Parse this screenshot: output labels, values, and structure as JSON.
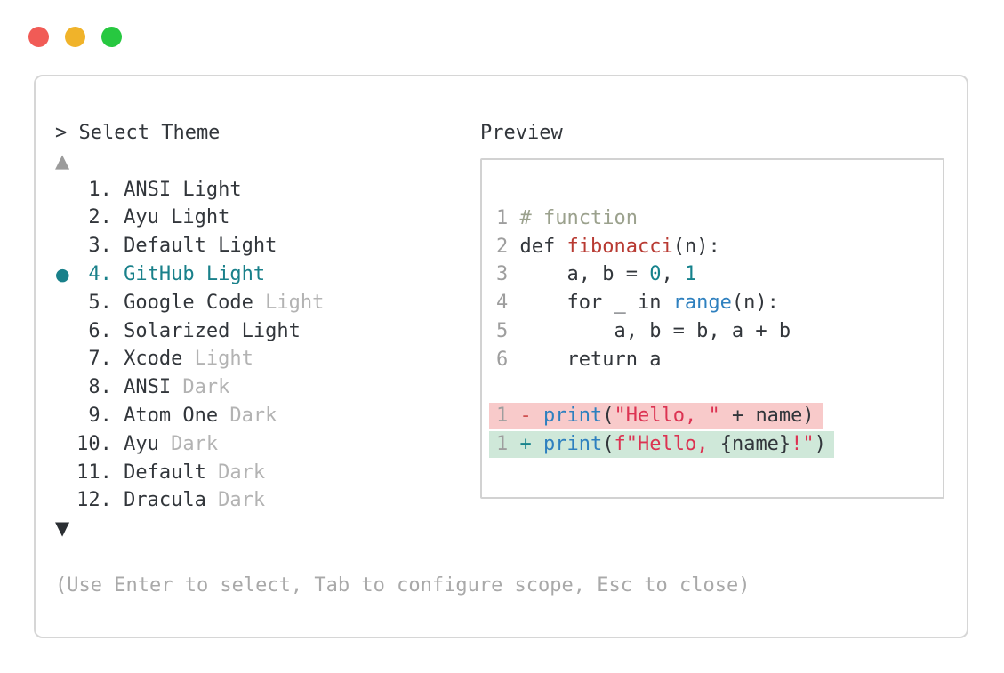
{
  "window": {
    "traffic_lights": [
      {
        "name": "close",
        "color_key": "light-red"
      },
      {
        "name": "minimize",
        "color_key": "light-yellow"
      },
      {
        "name": "maximize",
        "color_key": "light-green"
      }
    ]
  },
  "dialog": {
    "prompt": "> Select Theme",
    "scroll_up": "▲",
    "scroll_down": "▼",
    "help": "(Use Enter to select, Tab to configure scope, Esc to close)",
    "selected_theme": "GitHub Light",
    "selected_bullet": "●",
    "themes": [
      {
        "number": 1,
        "label": "ANSI Light",
        "muted": "",
        "selected": false
      },
      {
        "number": 2,
        "label": "Ayu Light",
        "muted": "",
        "selected": false
      },
      {
        "number": 3,
        "label": "Default Light",
        "muted": "",
        "selected": false
      },
      {
        "number": 4,
        "label": "GitHub Light",
        "muted": "",
        "selected": true
      },
      {
        "number": 5,
        "label": "Google Code",
        "muted": "Light",
        "selected": false
      },
      {
        "number": 6,
        "label": "Solarized Light",
        "muted": "",
        "selected": false
      },
      {
        "number": 7,
        "label": "Xcode",
        "muted": "Light",
        "selected": false
      },
      {
        "number": 8,
        "label": "ANSI",
        "muted": "Dark",
        "selected": false
      },
      {
        "number": 9,
        "label": "Atom One",
        "muted": "Dark",
        "selected": false
      },
      {
        "number": 10,
        "label": "Ayu",
        "muted": "Dark",
        "selected": false
      },
      {
        "number": 11,
        "label": "Default",
        "muted": "Dark",
        "selected": false
      },
      {
        "number": 12,
        "label": "Dracula",
        "muted": "Dark",
        "selected": false
      }
    ]
  },
  "preview": {
    "label": "Preview",
    "code_lines": [
      {
        "no": "1",
        "tokens": [
          {
            "t": "# function",
            "c": "comment"
          }
        ]
      },
      {
        "no": "2",
        "tokens": [
          {
            "t": "def ",
            "c": "text"
          },
          {
            "t": "fibonacci",
            "c": "func"
          },
          {
            "t": "(n):",
            "c": "text"
          }
        ]
      },
      {
        "no": "3",
        "tokens": [
          {
            "t": "    a, b = ",
            "c": "text"
          },
          {
            "t": "0",
            "c": "num"
          },
          {
            "t": ", ",
            "c": "text"
          },
          {
            "t": "1",
            "c": "num"
          }
        ]
      },
      {
        "no": "4",
        "tokens": [
          {
            "t": "    for _ in ",
            "c": "text"
          },
          {
            "t": "range",
            "c": "blue"
          },
          {
            "t": "(n):",
            "c": "text"
          }
        ]
      },
      {
        "no": "5",
        "tokens": [
          {
            "t": "        a, b = b, a + b",
            "c": "text"
          }
        ]
      },
      {
        "no": "6",
        "tokens": [
          {
            "t": "    return a",
            "c": "text"
          }
        ]
      }
    ],
    "diff_lines": [
      {
        "no": "1",
        "kind": "removed",
        "tokens": [
          {
            "t": "- ",
            "c": "minus"
          },
          {
            "t": "print",
            "c": "blue"
          },
          {
            "t": "(",
            "c": "text"
          },
          {
            "t": "\"Hello, \"",
            "c": "string"
          },
          {
            "t": " + name)",
            "c": "text"
          }
        ]
      },
      {
        "no": "1",
        "kind": "added",
        "tokens": [
          {
            "t": "+ ",
            "c": "plus"
          },
          {
            "t": "print",
            "c": "blue"
          },
          {
            "t": "(",
            "c": "text"
          },
          {
            "t": "f\"Hello, ",
            "c": "string"
          },
          {
            "t": "{name}",
            "c": "text"
          },
          {
            "t": "!\"",
            "c": "string"
          },
          {
            "t": ")",
            "c": "text"
          }
        ]
      }
    ]
  },
  "colors": {
    "text": "#32363b",
    "muted-gray": "#b3b3b3",
    "teal": "#19808a",
    "panel-border": "#d6d6d6",
    "preview-border": "#d2d2d2",
    "lineno": "#9e9e9e",
    "comment": "#9ba18d",
    "func-red": "#b83a32",
    "num-teal": "#15828c",
    "blue": "#2e80bf",
    "string-red": "#dc3352",
    "minus-red": "#d05151",
    "plus-teal": "#17838c",
    "removed-bg": "#f8caca",
    "added-bg": "#cfe8d9",
    "arrow-gray": "#9b9b9b",
    "arrow-dark": "#2b2f33",
    "help-gray": "#a9a9a9",
    "light-red": "#f15b56",
    "light-yellow": "#f0b32a",
    "light-green": "#27c840"
  }
}
